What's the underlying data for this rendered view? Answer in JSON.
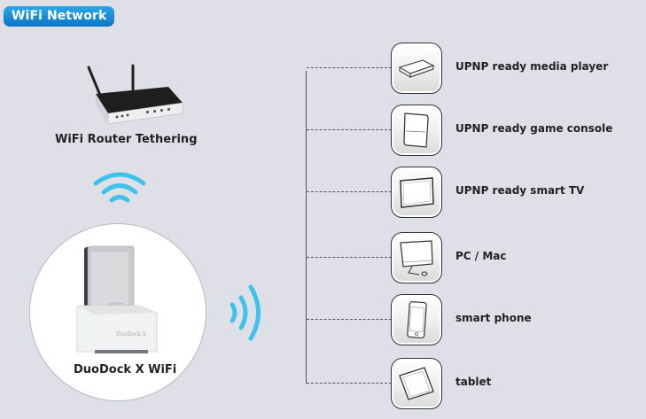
{
  "header": {
    "title": "WiFi Network"
  },
  "source": {
    "router_label": "WiFi Router Tethering",
    "device_label": "DuoDock X WiFi",
    "device_brand_mark": "DuoDock X"
  },
  "colors": {
    "accent_blue": "#1a8ed6",
    "wifi_signal": "#3fc3ec",
    "background": "#dfe0e7"
  },
  "clients": [
    {
      "label": "UPNP ready media player",
      "icon": "media-player-icon"
    },
    {
      "label": "UPNP ready game console",
      "icon": "game-console-icon"
    },
    {
      "label": "UPNP ready smart TV",
      "icon": "smart-tv-icon"
    },
    {
      "label": "PC / Mac",
      "icon": "desktop-computer-icon"
    },
    {
      "label": "smart phone",
      "icon": "smartphone-icon"
    },
    {
      "label": "tablet",
      "icon": "tablet-icon"
    }
  ]
}
